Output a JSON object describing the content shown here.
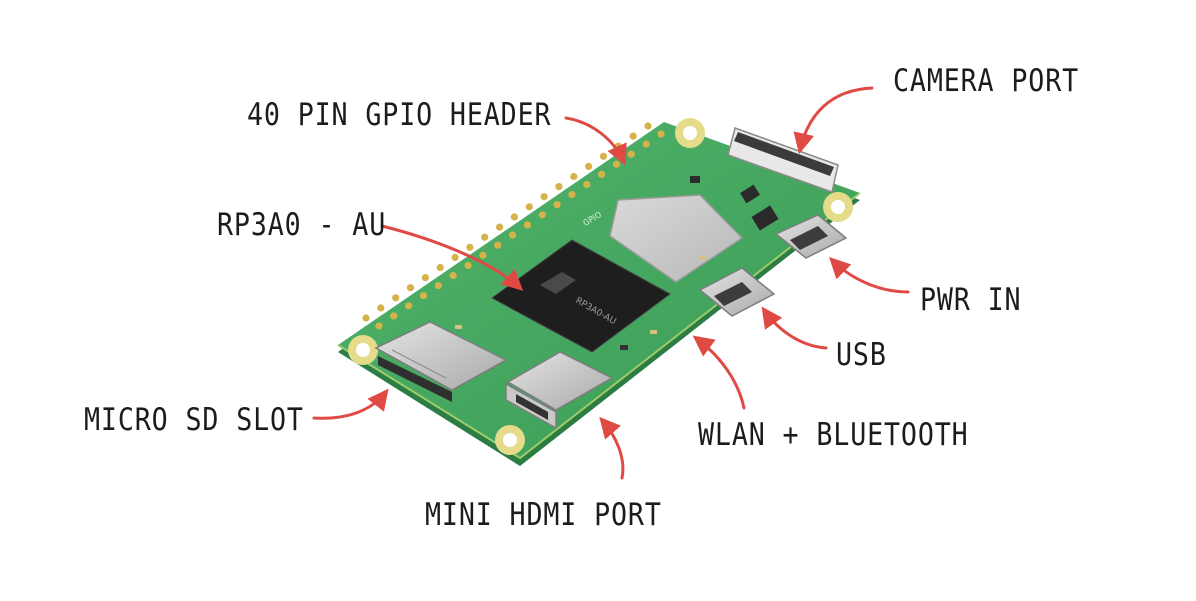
{
  "labels": {
    "camera_port": "CAMERA PORT",
    "gpio_header": "40 PIN GPIO HEADER",
    "soc": "RP3A0 - AU",
    "pwr_in": "PWR IN",
    "usb": "USB",
    "micro_sd_slot": "MICRO SD SLOT",
    "wlan_bluetooth": "WLAN + BLUETOOTH",
    "mini_hdmi_port": "MINI HDMI PORT"
  },
  "silkscreen": {
    "chip_text": "RP3A0-AU",
    "gpio_marking": "GPIO"
  },
  "colors": {
    "pcb": "#3fa65c",
    "pcb_edge": "#2c7d43",
    "arrow": "#e04a45",
    "label_text": "#1c1c1c",
    "gold_pad": "#d6b24a"
  }
}
